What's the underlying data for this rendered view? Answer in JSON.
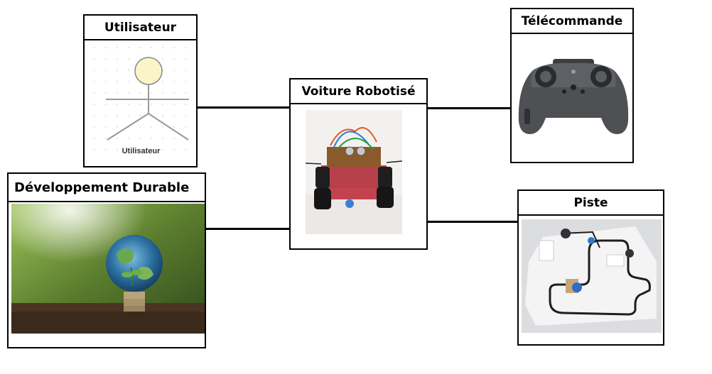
{
  "diagram": {
    "center": {
      "title": "Voiture Robotisé"
    },
    "nodes": {
      "user": {
        "title": "Utilisateur",
        "figure_caption": "Utilisateur"
      },
      "remote": {
        "title": "Télécommande"
      },
      "sustainable": {
        "title": "Développement Durable"
      },
      "track": {
        "title": "Piste"
      }
    }
  }
}
